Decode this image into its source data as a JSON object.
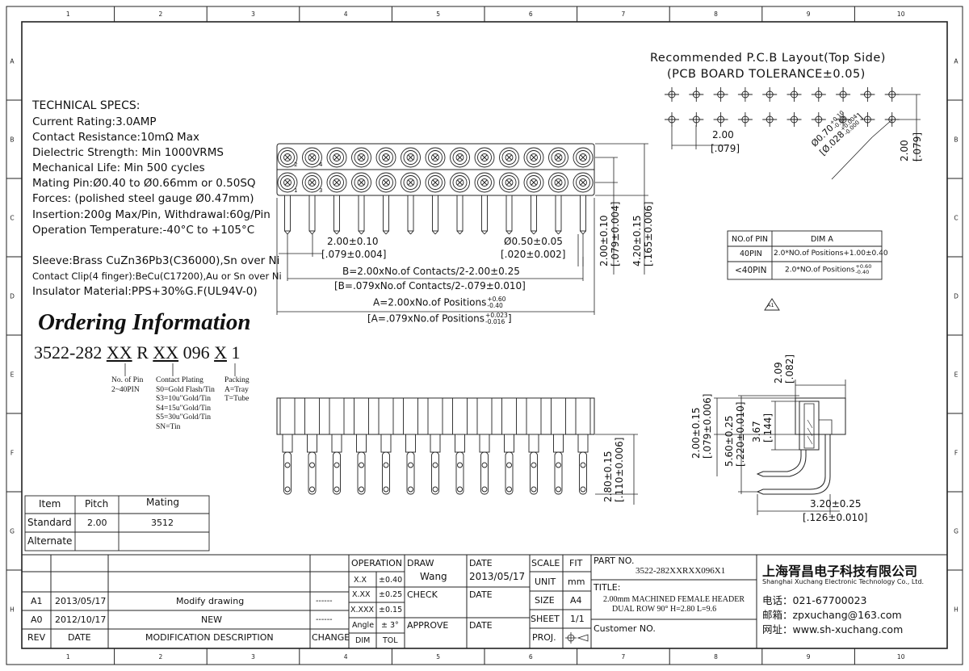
{
  "border": {
    "columns": [
      "1",
      "2",
      "3",
      "4",
      "5",
      "6",
      "7",
      "8",
      "9",
      "10"
    ],
    "rows": [
      "A",
      "B",
      "C",
      "D",
      "E",
      "F",
      "G",
      "H"
    ]
  },
  "pcb_layout": {
    "title_line1": "Recommended P.C.B Layout(Top Side)",
    "title_line2": "(PCB BOARD TOLERANCE±0.05)",
    "pitch_mm": "2.00",
    "pitch_in": "[.079]",
    "hole_mm": "Ø0.70",
    "hole_mm_tol_plus": "+0.10",
    "hole_mm_tol_minus": "-0.00",
    "hole_in": "[Ø.028",
    "hole_in_tol_plus": "+0.004",
    "hole_in_tol_minus": "-0.000",
    "hole_in_close": "]",
    "row_pitch_mm": "2.00",
    "row_pitch_in": "[.079]"
  },
  "specs": {
    "heading": "TECHNICAL SPECS:",
    "lines": [
      "Current Rating:3.0AMP",
      "Contact Resistance:10mΩ Max",
      "Dielectric Strength: Min 1000VRMS",
      "Mechanical Life: Min 500 cycles",
      "Mating Pin:Ø0.40 to Ø0.66mm or 0.50SQ",
      "Forces: (polished steel gauge Ø0.47mm)",
      "Insertion:200g Max/Pin,  Withdrawal:60g/Pin",
      "Operation Temperature:-40°C to +105°C"
    ],
    "materials": [
      "Sleeve:Brass CuZn36Pb3(C36000),Sn over Ni",
      "Contact Clip(4 finger):BeCu(C17200),Au or Sn over Ni",
      "Insulator Material:PPS+30%G.F(UL94V-0)"
    ]
  },
  "ordering": {
    "title": "Ordering Information",
    "code_prefix": "3522-282",
    "code_xx1": "XX",
    "code_r": "R",
    "code_xx2": "XX",
    "code_096": "096",
    "code_x": "X",
    "code_1": "1",
    "no_of_pin_label": "No. of Pin",
    "no_of_pin_value": "2~40PIN",
    "plating_label": "Contact Plating",
    "plating_options": [
      "S0=Gold Flash/Tin",
      "S3=10u\"Gold/Tin",
      "S4=15u\"Gold/Tin",
      "S5=30u\"Gold/Tin",
      "SN=Tin"
    ],
    "packing_label": "Packing",
    "packing_options": [
      "A=Tray",
      "T=Tube"
    ]
  },
  "front_view": {
    "pin_numbers": [
      "2",
      "4",
      "1",
      "3"
    ],
    "pitch_mm": "2.00±0.10",
    "pitch_in": "[.079±0.004]",
    "pin_dia_mm": "Ø0.50±0.05",
    "pin_dia_in": "[.020±0.002]",
    "dim_b_mm": "B=2.00xNo.of Contacts/2-2.00±0.25",
    "dim_b_in": "[B=.079xNo.of Contacts/2-.079±0.010]",
    "dim_a_mm": "A=2.00xNo.of Positions",
    "dim_a_mm_tol_plus": "+0.60",
    "dim_a_mm_tol_minus": "-0.40",
    "dim_a_in": "[A=.079xNo.of Positions",
    "dim_a_in_tol_plus": "+0.023",
    "dim_a_in_tol_minus": "-0.016",
    "dim_a_in_close": "]",
    "row_pitch_mm": "2.00±0.10",
    "row_pitch_in": "[.079±0.004]",
    "height_mm": "4.20±0.15",
    "height_in": "[.165±0.006]"
  },
  "dim_table": {
    "headers": [
      "NO.of PIN",
      "DIM A"
    ],
    "rows": [
      {
        "pin": "40PIN",
        "dim": "2.0*NO.of Positions+1.00±0.40",
        "tol_plus": "",
        "tol_minus": ""
      },
      {
        "pin": "<40PIN",
        "dim": "2.0*NO.of Positions",
        "tol_plus": "+0.60",
        "tol_minus": "-0.40"
      }
    ],
    "rev_marker": "A1"
  },
  "bottom_view": {
    "tail_mm": "2.80±0.15",
    "tail_in": "[.110±0.006]"
  },
  "side_view": {
    "dim_a_mm": "2.09",
    "dim_a_in": "[.082]",
    "dim_b_mm": "2.00±0.15",
    "dim_b_in": "[.079±0.006]",
    "dim_c_mm": "5.60±0.25",
    "dim_c_in": "[.220±0.010]",
    "dim_d_mm": "3.67",
    "dim_d_in": "[.144]",
    "dim_e_mm": "3.20±0.25",
    "dim_e_in": "[.126±0.010]"
  },
  "series_table": {
    "headers": [
      "Item",
      "Pitch",
      "Mating"
    ],
    "rows": [
      {
        "item": "Standard",
        "pitch": "2.00",
        "mating": "3512"
      },
      {
        "item": "Alternate",
        "pitch": "",
        "mating": ""
      }
    ]
  },
  "title_block": {
    "revisions": [
      {
        "rev": "A1",
        "date": "2013/05/17",
        "desc": "Modify drawing",
        "change": "------"
      },
      {
        "rev": "A0",
        "date": "2012/10/17",
        "desc": "NEW",
        "change": "------"
      }
    ],
    "rev_header": "REV",
    "date_header": "DATE",
    "desc_header": "MODIFICATION  DESCRIPTION",
    "change_header": "CHANGE",
    "operation": "OPERATION",
    "tolerances": [
      {
        "fmt": "X.X",
        "tol": "±0.40"
      },
      {
        "fmt": "X.XX",
        "tol": "±0.25"
      },
      {
        "fmt": "X.XXX",
        "tol": "±0.15"
      },
      {
        "fmt": "Angle",
        "tol": "± 3°"
      }
    ],
    "dim_label": "DIM",
    "tol_label": "TOL",
    "draw_label": "DRAW",
    "draw_name": "Wang",
    "check_label": "CHECK",
    "approve_label": "APPROVE",
    "date_label": "DATE",
    "draw_date": "2013/05/17",
    "scale_label": "SCALE",
    "scale_value": "FIT",
    "unit_label": "UNIT",
    "unit_value": "mm",
    "size_label": "SIZE",
    "size_value": "A4",
    "sheet_label": "SHEET",
    "sheet_value": "1/1",
    "proj_label": "PROJ.",
    "part_no_label": "PART NO.",
    "part_no_value": "3522-282XXRXX096X1",
    "title_label": "TITLE:",
    "title_line1": "2.00mm MACHINED FEMALE HEADER",
    "title_line2": "DUAL ROW 90° H=2.80 L=9.6",
    "customer_label": "Customer NO.",
    "company_cn": "上海胥昌电子科技有限公司",
    "company_en": "Shanghai Xuchang Electronic Technology Co., Ltd.",
    "tel": "电话：021-67700023",
    "email": "邮箱：zpxuchang@163.com",
    "web": "网址：www.sh-xuchang.com"
  }
}
